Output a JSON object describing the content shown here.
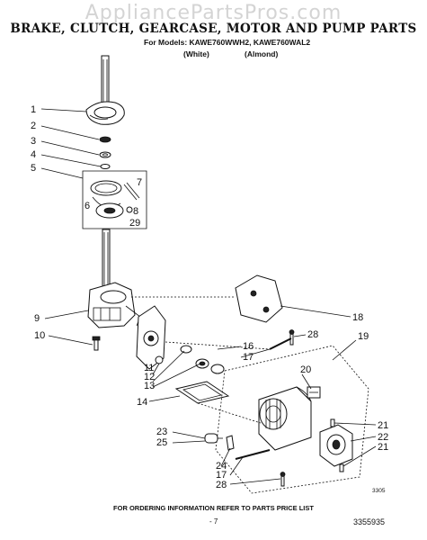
{
  "watermark": "AppliancePartsPros.com",
  "title": "BRAKE, CLUTCH, GEARCASE, MOTOR AND PUMP PARTS",
  "models_line": "For Models: KAWE760WWH2, KAWE760WAL2",
  "variants": {
    "white": "(White)",
    "almond": "(Almond)"
  },
  "callouts": {
    "c1": "1",
    "c2": "2",
    "c3": "3",
    "c4": "4",
    "c5": "5",
    "c6": "6",
    "c7": "7",
    "c8": "8",
    "c29": "29",
    "c9": "9",
    "c10": "10",
    "c11": "11",
    "c12": "12",
    "c13": "13",
    "c14": "14",
    "c16": "16",
    "c17a": "17",
    "c18": "18",
    "c28a": "28",
    "c19": "19",
    "c20": "20",
    "c21a": "21",
    "c22": "22",
    "c21b": "21",
    "c23": "23",
    "c25": "25",
    "c24": "24",
    "c17b": "17",
    "c28b": "28"
  },
  "figure_code": "3305",
  "footer_note": "FOR ORDERING INFORMATION REFER TO PARTS PRICE LIST",
  "page_number": "- 7",
  "document_number": "3355935"
}
